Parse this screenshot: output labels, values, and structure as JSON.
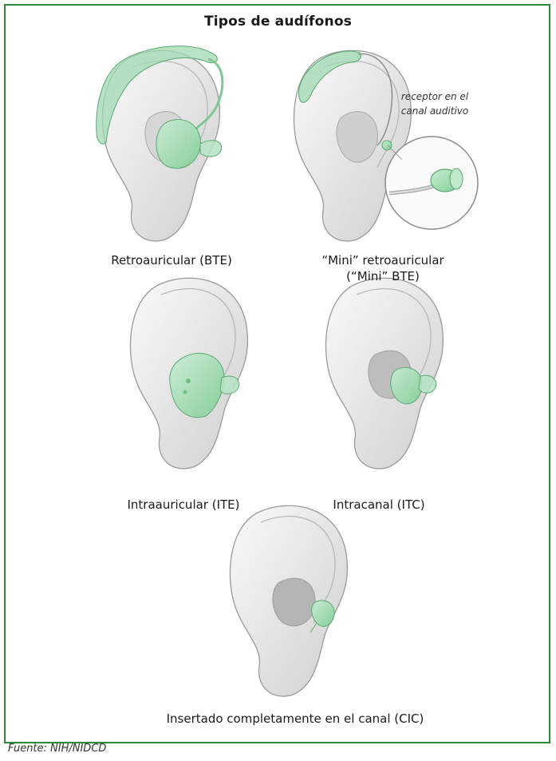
{
  "title": "Tipos de audífonos",
  "devices": [
    {
      "label": "Retroauricular (BTE)"
    },
    {
      "label_line1": "“Mini” retroauricular",
      "label_line2": "(“Mini” BTE)"
    },
    {
      "label": "Intraauricular (ITE)"
    },
    {
      "label": "Intracanal (ITC)"
    },
    {
      "label": "Insertado completamente en el canal (CIC)"
    }
  ],
  "callout": {
    "line1": "receptor en el",
    "line2": "canal auditivo"
  },
  "source": "Fuente: NIH/NIDCD",
  "colors": {
    "border": "#2e8b3e",
    "device": "#9fd9b0"
  }
}
